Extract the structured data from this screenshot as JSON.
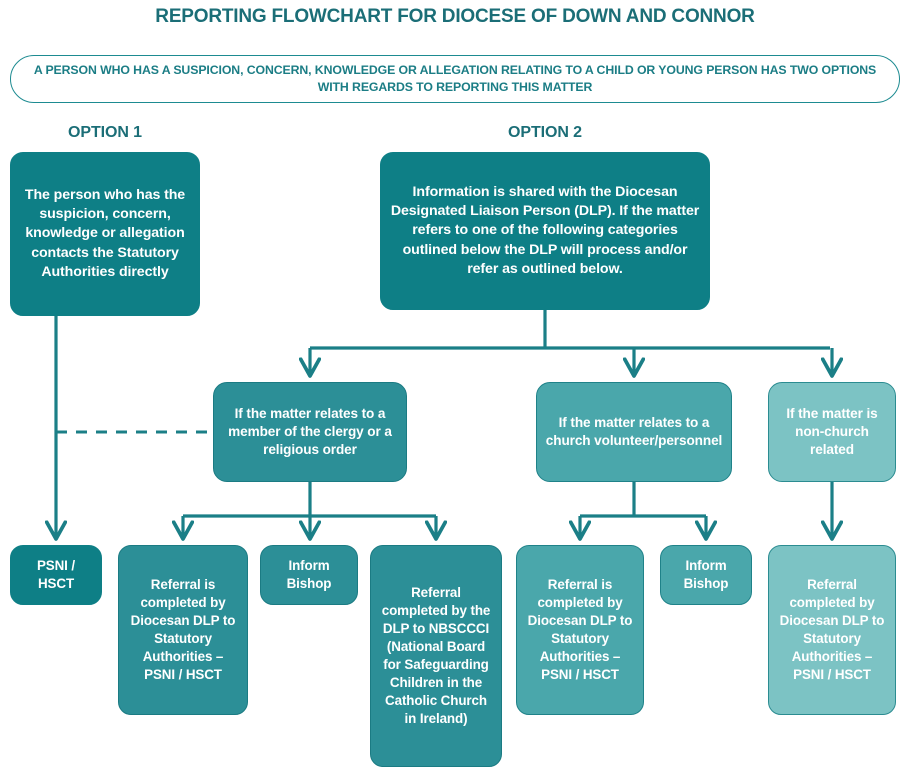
{
  "page": {
    "title": "REPORTING FLOWCHART FOR DIOCESE OF DOWN AND CONNOR",
    "intro": "A PERSON WHO HAS A SUSPICION, CONCERN, KNOWLEDGE OR ALLEGATION RELATING TO A CHILD OR YOUNG PERSON HAS TWO OPTIONS WITH REGARDS TO REPORTING THIS MATTER"
  },
  "colors": {
    "title": "#1b6e77",
    "banner_border": "#1d8b91",
    "connector": "#1b7f87",
    "node_dark": "#0e7f86",
    "node_mid": "#2c8f97",
    "node_medium": "#4aa7ab",
    "node_light": "#7cc3c4",
    "node_text": "#ffffff",
    "background": "#ffffff"
  },
  "options": {
    "option1_label": "OPTION 1",
    "option2_label": "OPTION 2"
  },
  "nodes": {
    "option1_person": "The person who has the suspicion, concern, knowledge or allegation contacts the Statutory Authorities directly",
    "option2_dlp": "Information is shared with the Diocesan Designated Liaison Person (DLP). If the matter refers to one of the following categories outlined below the DLP will process and/or refer as outlined below.",
    "clergy": "If the matter relates to a member of the clergy or a religious order",
    "volunteer": "If the matter relates to a church volunteer/personnel",
    "nonchurch": "If the matter is non-church related",
    "psni_hsct": "PSNI / HSCT",
    "clergy_referral": "Referral is completed by Diocesan DLP to Statutory Authorities – PSNI / HSCT",
    "clergy_bishop": "Inform Bishop",
    "nbsccci": "Referral completed by the DLP to NBSCCCI (National Board for Safeguarding Children in the Catholic Church in Ireland)",
    "volunteer_referral": "Referral is completed by Diocesan DLP to Statutory Authorities – PSNI / HSCT",
    "volunteer_bishop": "Inform Bishop",
    "nonchurch_referral": "Referral completed by Diocesan DLP to Statutory Authorities – PSNI / HSCT"
  },
  "connectors": {
    "option1_to_psni": "solid-arrow-down",
    "option1_to_clergy": "dashed-horizontal",
    "dlp_to_categories": "branching-arrows",
    "clergy_to_outcomes": "branching-arrows",
    "volunteer_to_outcomes": "branching-arrows",
    "nonchurch_to_outcome": "solid-arrow-down"
  }
}
